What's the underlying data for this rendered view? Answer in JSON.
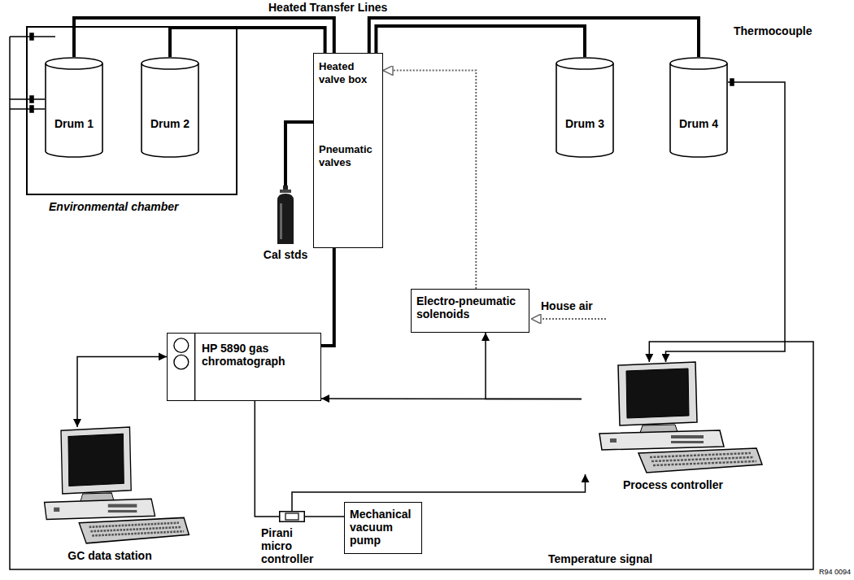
{
  "diagram": {
    "nodes": [
      {
        "text": [
          "Environmental chamber"
        ]
      },
      {
        "text": [
          "Drum 1"
        ],
        "in": 0
      },
      {
        "text": [
          "Drum 2"
        ],
        "in": 0
      },
      {
        "text": [
          "Heated valve box",
          "Pneumatic valves"
        ]
      },
      {
        "text": [
          "Drum 3"
        ]
      },
      {
        "text": [
          "Drum 4"
        ]
      },
      {
        "text": [
          "Cal stds"
        ]
      },
      {
        "text": [
          "Electro-pneumatic solenoids"
        ]
      },
      {
        "text": [
          "HP 5890 gas chromatograph"
        ]
      },
      {
        "text": [
          "GC data station"
        ]
      },
      {
        "text": [
          "Pirani micro controller"
        ]
      },
      {
        "text": [
          "Mechanical vacuum pump"
        ]
      },
      {
        "text": [
          "Process controller"
        ]
      }
    ],
    "edges": [
      {
        "from": 1,
        "to": 3,
        "arrow": "none"
      },
      {
        "from": 2,
        "to": 3,
        "arrow": "none"
      },
      {
        "from": 4,
        "to": 3,
        "arrow": "none"
      },
      {
        "from": 5,
        "to": 3,
        "arrow": "none"
      },
      {
        "from": 6,
        "to": 3,
        "arrow": "none"
      },
      {
        "from": 3,
        "to": 8,
        "arrow": "none"
      },
      {
        "from": 7,
        "to": 3,
        "arrow": "to"
      },
      {
        "from": 12,
        "to": 7,
        "arrow": "to"
      },
      {
        "from": 12,
        "to": 8,
        "arrow": "to"
      },
      {
        "from": 9,
        "to": 8,
        "arrow": "both"
      },
      {
        "from": 8,
        "to": 10,
        "arrow": "none"
      },
      {
        "from": 10,
        "to": 11,
        "arrow": "none"
      },
      {
        "from": 10,
        "to": 12,
        "arrow": "to"
      },
      {
        "from": 1,
        "to": 12,
        "label": "Temperature signal",
        "arrow": "to"
      },
      {
        "from": 5,
        "to": 12,
        "arrow": "to"
      }
    ],
    "labels": [
      "Heated Transfer Lines",
      "Thermocouple",
      "House air",
      "R94 0094"
    ]
  }
}
